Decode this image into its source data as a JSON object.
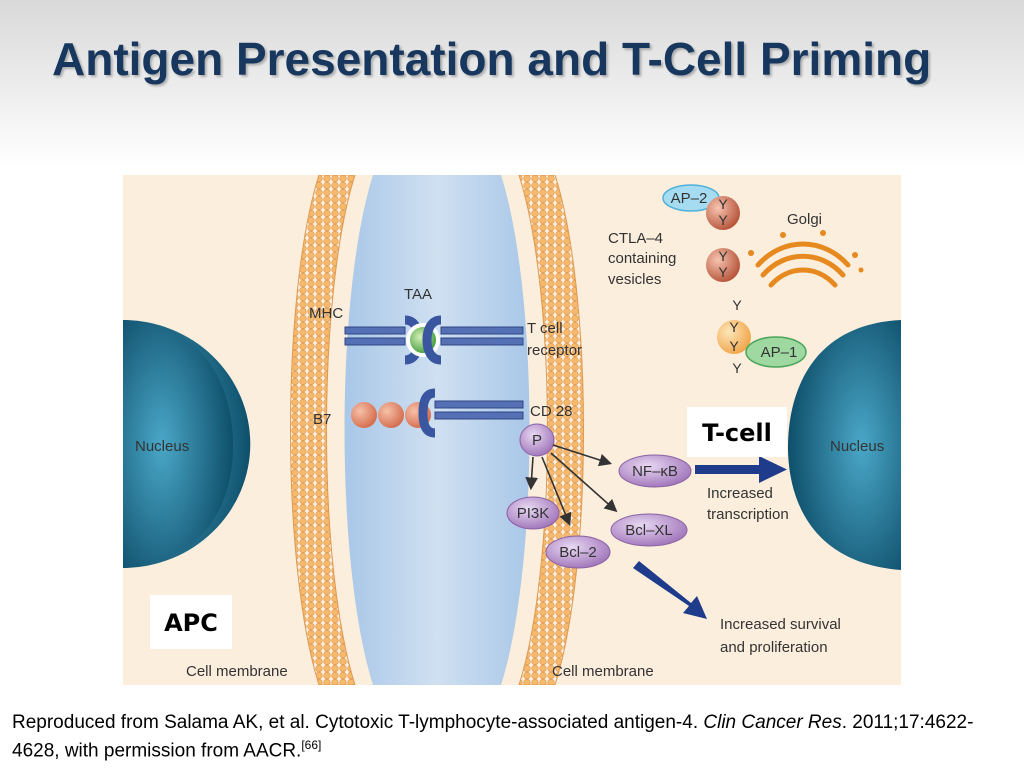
{
  "slide": {
    "title": "Antigen Presentation and T-Cell Priming"
  },
  "figure": {
    "labels": {
      "apc": "APC",
      "tcell": "T-cell",
      "nucleus_left": "Nucleus",
      "nucleus_right": "Nucleus",
      "mhc": "MHC",
      "taa": "TAA",
      "tcr_line1": "T cell",
      "tcr_line2": "receptor",
      "b7": "B7",
      "cd28": "CD 28",
      "p": "P",
      "pi3k": "PI3K",
      "bcl2": "Bcl–2",
      "bclxl": "Bcl–XL",
      "nfkb": "NF–κB",
      "increased_transcription_1": "Increased",
      "increased_transcription_2": "transcription",
      "increased_survival_1": "Increased survival",
      "increased_survival_2": "and proliferation",
      "ap2": "AP–2",
      "ap1": "AP–1",
      "golgi": "Golgi",
      "ctla4_1": "CTLA–4",
      "ctla4_2": "containing",
      "ctla4_3": "vesicles",
      "y": "Y",
      "cell_membrane_left": "Cell membrane",
      "cell_membrane_right": "Cell membrane"
    },
    "colors": {
      "background": "#fbeedd",
      "membrane": "#f5b466",
      "channel": "#b9d3ec",
      "nucleus": "#1a6a8a",
      "receptor": "#4a63a8",
      "purple_node": "#b48cc8",
      "orange_node": "#c0634a",
      "arrow": "#1f3b8c"
    }
  },
  "citation": {
    "text_before": "Reproduced from Salama AK, et al. Cytotoxic T-lymphocyte-associated antigen-4. ",
    "journal": "Clin Cancer Res",
    "text_after": ". 2011;17:4622-4628, with permission from AACR.",
    "ref": "[66]"
  }
}
